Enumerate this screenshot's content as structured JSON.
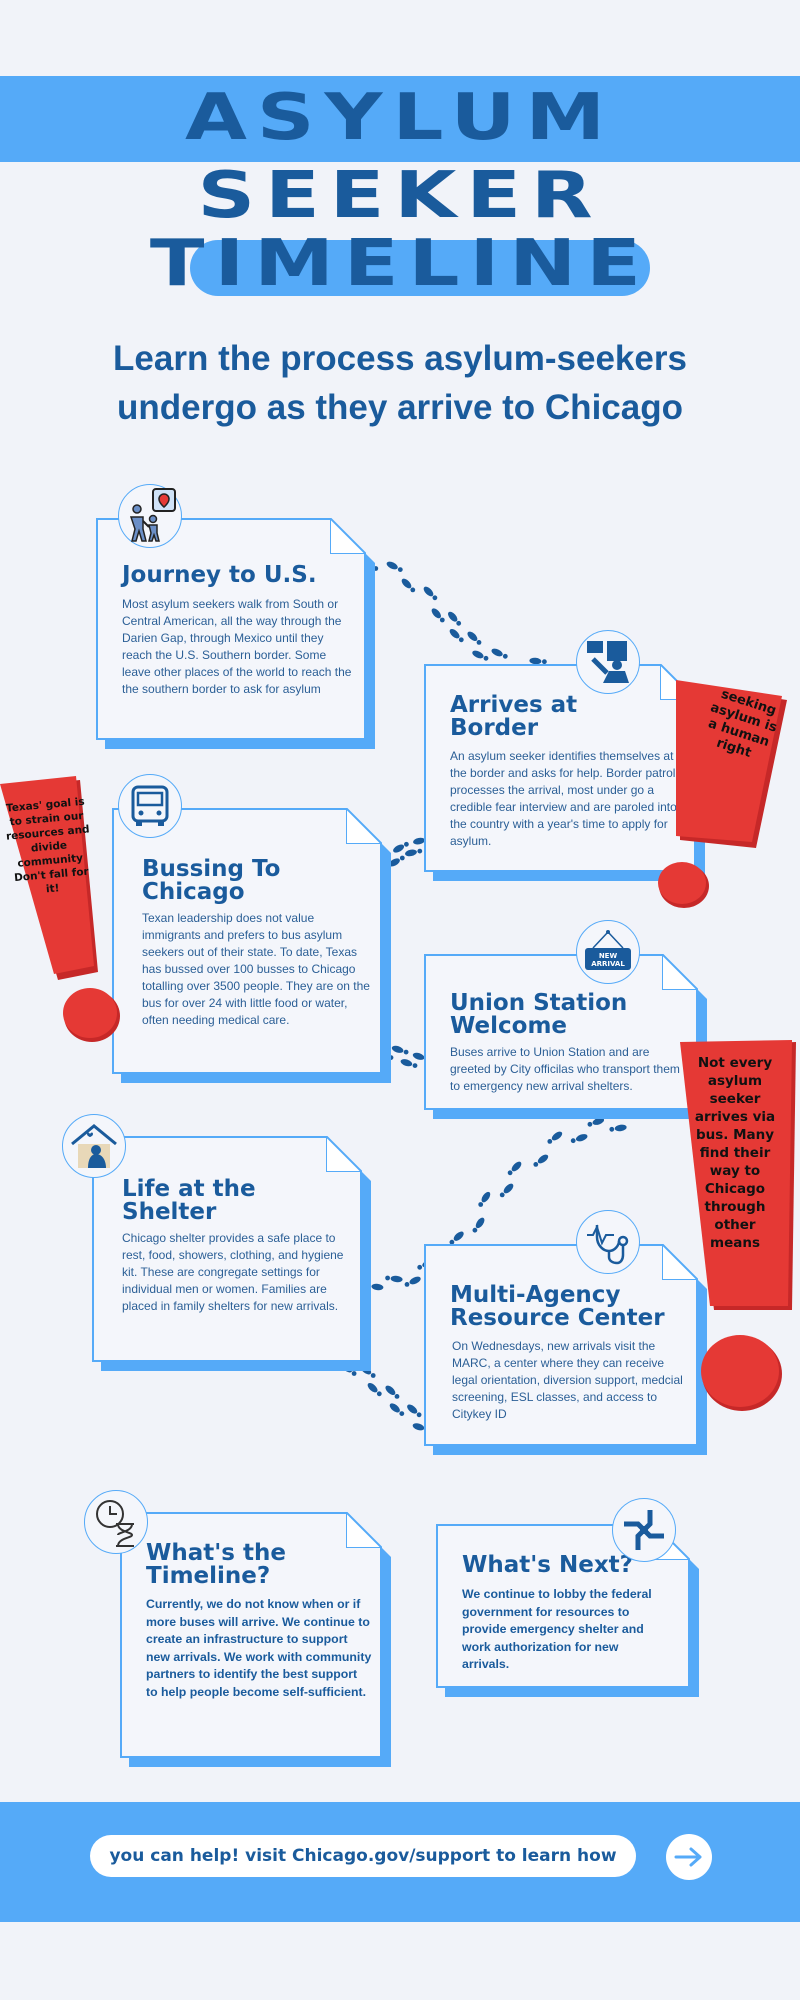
{
  "title": {
    "line1": "ASYLUM",
    "line2": "SEEKER",
    "line3": "TIMELINE"
  },
  "subtitle": "Learn the process asylum-seekers undergo as they arrive to Chicago",
  "cards": {
    "journey": {
      "heading": "Journey to U.S.",
      "body": "Most asylum seekers walk from South or Central American, all the way through the Darien Gap, through Mexico until they reach the U.S. Southern border. Some leave other places of the world to reach the the southern border to ask for asylum",
      "icon": "migrants-location-icon"
    },
    "border": {
      "heading": "Arrives at Border",
      "body": "An asylum seeker identifies themselves at the border and asks for help. Border patrol processes the arrival, most under go a credible fear interview and are paroled into the country with a year's time to apply for asylum.",
      "icon": "border-officer-icon"
    },
    "bussing": {
      "heading": "Bussing To Chicago",
      "body": "Texan leadership does not value immigrants and prefers to bus asylum seekers out of their state. To date, Texas has bussed over 100 busses to Chicago totalling over 3500 people. They are on the bus for over 24 with little food or water, often needing medical care.",
      "icon": "bus-icon"
    },
    "union": {
      "heading": "Union Station Welcome",
      "body": "Buses arrive to Union Station and are greeted by City officilas who transport them to emergency new arrival shelters.",
      "icon": "new-arrival-sign-icon",
      "sign_text": "NEW ARRIVAL"
    },
    "shelter": {
      "heading": "Life at the Shelter",
      "body": "Chicago shelter provides a safe place to rest, food, showers, clothing, and hygiene kit. These are congregate settings for individual men or women. Families are placed in family shelters for new arrivals.",
      "icon": "shelter-house-icon"
    },
    "marc": {
      "heading": "Multi-Agency Resource Center",
      "body": "On Wednesdays, new arrivals visit the MARC, a center where they can receive legal orientation, diversion support, medcial screening, ESL classes, and access to Citykey ID",
      "icon": "stethoscope-icon"
    },
    "timeline": {
      "heading": "What's the Timeline?",
      "body": "Currently, we do not know when or if more buses will arrive. We continue to create an infrastructure to support new arrivals. We work with community partners to identify the best support to help people become self-sufficient.",
      "icon": "clock-hourglass-icon"
    },
    "next": {
      "heading": "What's Next?",
      "body": "We continue to lobby the federal government for resources to provide emergency shelter and work authorization for new arrivals.",
      "icon": "joined-hands-icon"
    }
  },
  "callouts": {
    "right_top": "seeking asylum is a human right",
    "left": "Texas' goal is to strain our resources and divide community Don't fall for it!",
    "right_bottom": "Not every asylum seeker arrives via bus. Many find their way to Chicago through other means"
  },
  "footer": {
    "cta": "you can help! visit Chicago.gov/support to learn how",
    "arrow_icon": "arrow-right-icon"
  },
  "colors": {
    "background": "#f1f3f9",
    "primary_dark": "#1a5b9c",
    "accent_blue": "#55aaf8",
    "exclamation_red": "#e53935"
  }
}
